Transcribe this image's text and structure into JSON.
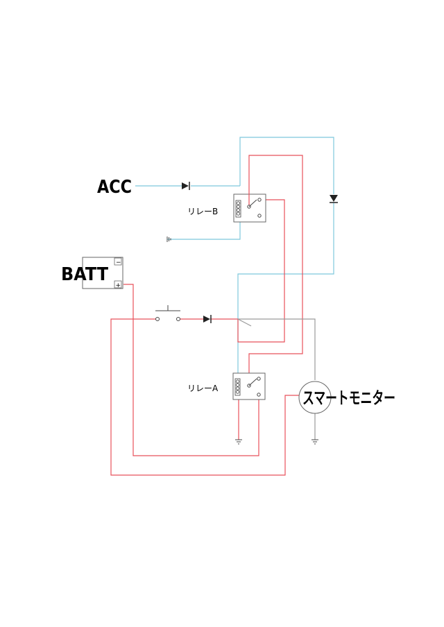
{
  "labels": {
    "acc": "ACC",
    "batt": "BATT",
    "relay_b": "リレーB",
    "relay_a": "リレーA",
    "smart_monitor": "スマートモニター",
    "batt_minus": "−",
    "batt_plus": "+"
  },
  "colors": {
    "power_wire": "#e8505a",
    "signal_wire": "#7ec8dc",
    "ground_wire": "#9a9a9a"
  }
}
